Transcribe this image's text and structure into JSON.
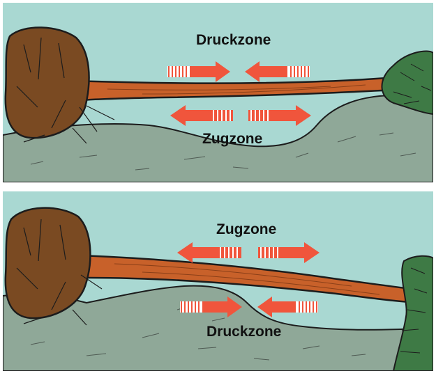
{
  "colors": {
    "sky": "#a9d8d2",
    "ground": "#8fa898",
    "trunk": "#c8612a",
    "roots": "#7a4a22",
    "foliage": "#3e7a45",
    "arrow": "#f0553c",
    "outline": "#1c1c1c"
  },
  "panels": [
    {
      "upper_label": "Druckzone",
      "lower_label": "Zugzone",
      "upper_arrows": "inward",
      "lower_arrows": "outward"
    },
    {
      "upper_label": "Zugzone",
      "lower_label": "Druckzone",
      "upper_arrows": "outward",
      "lower_arrows": "inward"
    }
  ],
  "icons": [
    "compression-arrow",
    "tension-arrow",
    "root-ball",
    "tree-crown"
  ]
}
